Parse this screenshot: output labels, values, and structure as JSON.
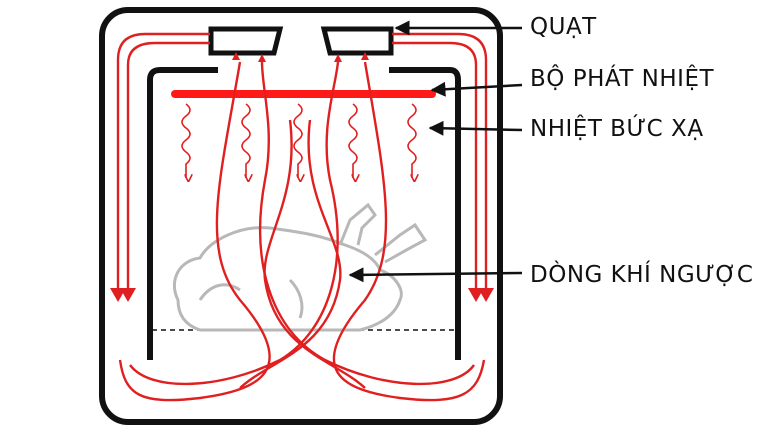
{
  "labels": {
    "fan": "QUẠT",
    "heater": "BỘ PHÁT NHIỆT",
    "radiant_heat": "NHIỆT BỨC XẠ",
    "reverse_airflow": "DÒNG KHÍ NGƯỢC"
  },
  "colors": {
    "airflow": "#e02020",
    "heater": "#ff1a1a",
    "outline": "#111111",
    "food": "#b8b8b8"
  }
}
